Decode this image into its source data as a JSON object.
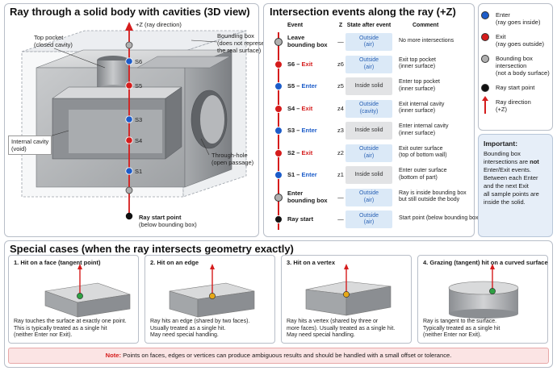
{
  "view3d": {
    "title": "Ray through a solid body with cavities (3D view)",
    "ray_direction": "+Z (ray direction)",
    "bbox_label": [
      "Bounding box",
      "(does not represent",
      "the real surface)"
    ],
    "top_pocket": [
      "Top pocket",
      "(closed cavity)"
    ],
    "internal_cavity": [
      "Internal cavity",
      "(void)"
    ],
    "through_hole": [
      "Through-hole",
      "(open passage)"
    ],
    "ray_start": [
      "Ray start point",
      "(below bounding box)"
    ],
    "points": [
      "S6",
      "S5",
      "S3",
      "S4",
      "S1"
    ]
  },
  "table": {
    "title": "Intersection events along the ray (+Z)",
    "headers": [
      "Event",
      "Z",
      "State after event",
      "Comment"
    ],
    "rows": [
      {
        "dot": "gray",
        "event_a": "Leave",
        "event_b": "bounding box",
        "type": "",
        "z": "—",
        "state": [
          "Outside",
          "(air)"
        ],
        "state_type": "out",
        "comment": [
          "No more intersections"
        ]
      },
      {
        "dot": "red",
        "event_a": "S6 – ",
        "event_b": "",
        "type": "Exit",
        "z": "z6",
        "state": [
          "Outside",
          "(air)"
        ],
        "state_type": "out",
        "comment": [
          "Exit top pocket",
          "(inner surface)"
        ]
      },
      {
        "dot": "blue",
        "event_a": "S5 – ",
        "event_b": "",
        "type": "Enter",
        "z": "z5",
        "state": [
          "Inside solid"
        ],
        "state_type": "in",
        "comment": [
          "Enter top pocket",
          "(inner surface)"
        ]
      },
      {
        "dot": "red",
        "event_a": "S4 – ",
        "event_b": "",
        "type": "Exit",
        "z": "z4",
        "state": [
          "Outside",
          "(cavity)"
        ],
        "state_type": "out",
        "comment": [
          "Exit internal cavity",
          "(inner surface)"
        ]
      },
      {
        "dot": "blue",
        "event_a": "S3 – ",
        "event_b": "",
        "type": "Enter",
        "z": "z3",
        "state": [
          "Inside solid"
        ],
        "state_type": "in",
        "comment": [
          "Enter internal cavity",
          "(inner surface)"
        ]
      },
      {
        "dot": "red",
        "event_a": "S2 – ",
        "event_b": "",
        "type": "Exit",
        "z": "z2",
        "state": [
          "Outside",
          "(air)"
        ],
        "state_type": "out",
        "comment": [
          "Exit outer surface",
          "(top of bottom wall)"
        ]
      },
      {
        "dot": "blue",
        "event_a": "S1 – ",
        "event_b": "",
        "type": "Enter",
        "z": "z1",
        "state": [
          "Inside solid"
        ],
        "state_type": "in",
        "comment": [
          "Enter outer surface",
          "(bottom of part)"
        ]
      },
      {
        "dot": "gray",
        "event_a": "Enter",
        "event_b": "bounding box",
        "type": "",
        "z": "—",
        "state": [
          "Outside",
          "(air)"
        ],
        "state_type": "out",
        "comment": [
          "Ray is inside bounding box",
          "but still outside the body"
        ]
      },
      {
        "dot": "black",
        "event_a": "Ray start",
        "event_b": "",
        "type": "",
        "z": "—",
        "state": [
          "Outside",
          "(air)"
        ],
        "state_type": "out",
        "comment": [
          "Start point (below bounding box)"
        ]
      }
    ]
  },
  "legend": {
    "items": [
      {
        "dot": "blue",
        "lines": [
          "Enter",
          "(ray goes inside)"
        ]
      },
      {
        "dot": "red",
        "lines": [
          "Exit",
          "(ray goes outside)"
        ]
      },
      {
        "dot": "gray",
        "lines": [
          "Bounding box",
          "intersection",
          "(not a body surface)"
        ]
      },
      {
        "dot": "black",
        "lines": [
          "Ray start point"
        ]
      },
      {
        "dot": "arrow",
        "lines": [
          "Ray direction",
          "(+Z)"
        ]
      }
    ],
    "important_title": "Important:",
    "important_lines": [
      "Bounding box",
      "intersections are not",
      "Enter/Exit events.",
      "Between each Enter",
      "and the next Exit",
      "all sample points are",
      "inside the solid."
    ]
  },
  "special": {
    "title": "Special cases (when the ray intersects geometry exactly)",
    "cases": [
      {
        "title": "1. Hit on a face (tangent point)",
        "desc": [
          "Ray touches the surface at exactly one point.",
          "This is typically treated as a single hit",
          "(neither Enter nor Exit)."
        ],
        "dot": "#2ea043"
      },
      {
        "title": "2. Hit on an edge",
        "desc": [
          "Ray hits an edge (shared by two faces).",
          "Usually treated as a single hit.",
          "May need special handling."
        ],
        "dot": "#e6a817"
      },
      {
        "title": "3. Hit on a vertex",
        "desc": [
          "Ray hits a vertex (shared by three or",
          "more faces). Usually treated as a single hit.",
          "May need special handling."
        ],
        "dot": "#e6a817"
      },
      {
        "title": "4. Grazing (tangent) hit on a curved surface",
        "desc": [
          "Ray is tangent to the surface.",
          "Typically treated as a single hit",
          "(neither Enter nor Exit)."
        ],
        "dot": "#2ea043"
      }
    ],
    "note_label": "Note:",
    "note_text": "Points on faces, edges or vertices can produce ambiguous results and should be handled with a small offset or tolerance."
  },
  "colors": {
    "enter": "#1c5cc9",
    "exit": "#d51c1c",
    "bbox": "#b0b0b0",
    "start": "#111111",
    "ray": "#d51c1c"
  }
}
